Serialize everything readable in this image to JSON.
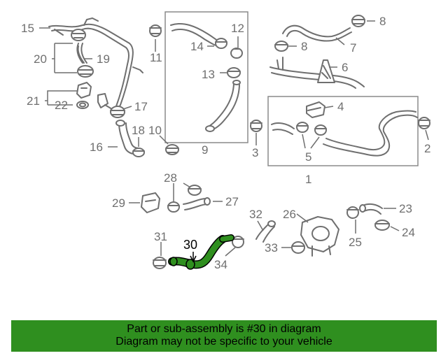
{
  "diagram": {
    "highlighted_part": "30",
    "callouts": [
      "1",
      "2",
      "3",
      "4",
      "5",
      "6",
      "7",
      "8",
      "8",
      "9",
      "10",
      "11",
      "12",
      "13",
      "14",
      "15",
      "16",
      "17",
      "18",
      "19",
      "20",
      "21",
      "22",
      "23",
      "24",
      "25",
      "26",
      "27",
      "28",
      "29",
      "30",
      "31",
      "32",
      "33",
      "34"
    ],
    "colors": {
      "line": "#6f6f6f",
      "highlight": "#2f8f1f",
      "banner": "#2f8f1f"
    }
  },
  "banner": {
    "line1": "Part or sub-assembly is #30 in diagram",
    "line2": "Diagram may not be specific to your vehicle"
  }
}
